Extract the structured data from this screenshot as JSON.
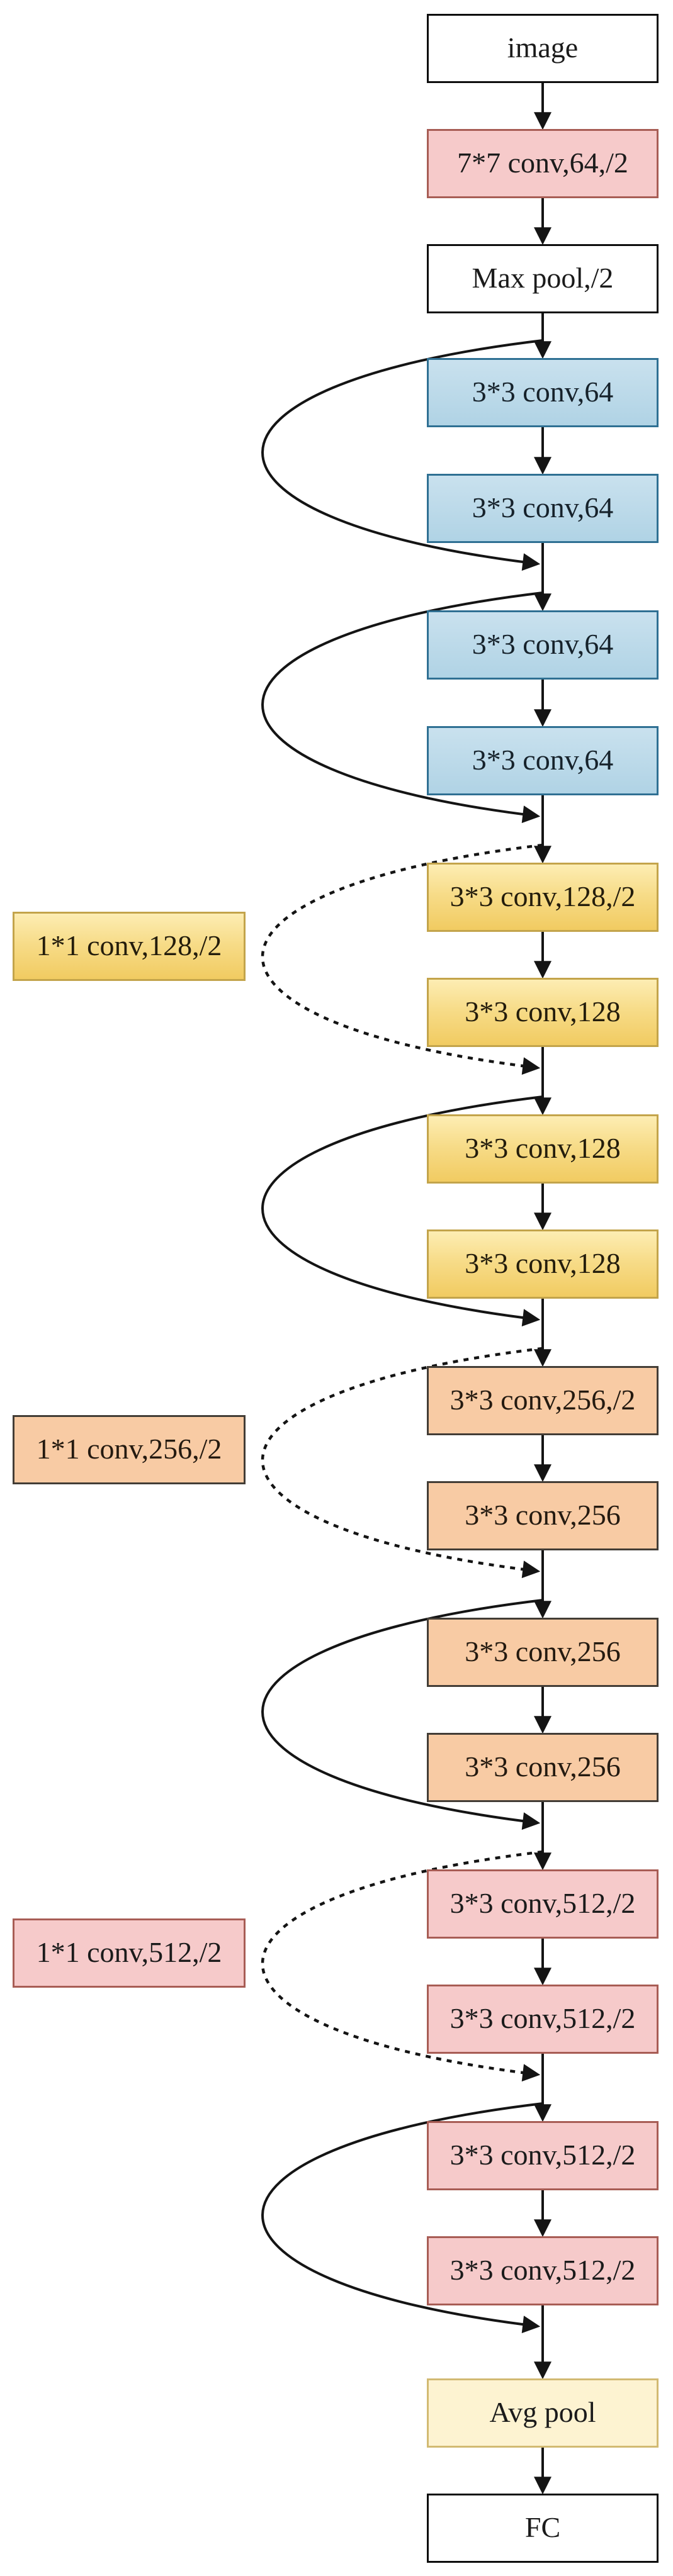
{
  "diagram": {
    "type": "flowchart",
    "description": "ResNet-18 style convolutional neural network architecture with residual skip connections",
    "colors": {
      "stem_and_512_fill": "#f6caca",
      "stem_and_512_border": "#a85d55",
      "conv64_fill": "#b9d8e8",
      "conv64_border": "#2f7093",
      "conv128_fill_top": "#fdedb3",
      "conv128_fill_bottom": "#f1cb61",
      "conv128_border": "#c3a44b",
      "conv256_fill": "#f8cba4",
      "conv256_border": "#433d36",
      "avgpool_fill": "#fdf3d1",
      "avgpool_border": "#d2ba72",
      "io_fill": "#ffffff",
      "io_border": "#0d0d0d",
      "line": "#141414"
    },
    "nodes": [
      {
        "id": "image",
        "label": "image",
        "kind": "input"
      },
      {
        "id": "conv7x7-64-s2",
        "label": "7*7 conv,64,/2",
        "kind": "conv"
      },
      {
        "id": "maxpool",
        "label": "Max pool,/2",
        "kind": "pool"
      },
      {
        "id": "conv3x3-64-1",
        "label": "3*3 conv,64",
        "kind": "conv"
      },
      {
        "id": "conv3x3-64-2",
        "label": "3*3 conv,64",
        "kind": "conv"
      },
      {
        "id": "conv3x3-64-3",
        "label": "3*3 conv,64",
        "kind": "conv"
      },
      {
        "id": "conv3x3-64-4",
        "label": "3*3 conv,64",
        "kind": "conv"
      },
      {
        "id": "shortcut-128",
        "label": "1*1 conv,128,/2",
        "kind": "shortcut-conv"
      },
      {
        "id": "conv3x3-128-s2",
        "label": "3*3 conv,128,/2",
        "kind": "conv"
      },
      {
        "id": "conv3x3-128-1",
        "label": "3*3 conv,128",
        "kind": "conv"
      },
      {
        "id": "conv3x3-128-2",
        "label": "3*3 conv,128",
        "kind": "conv"
      },
      {
        "id": "conv3x3-128-3",
        "label": "3*3 conv,128",
        "kind": "conv"
      },
      {
        "id": "shortcut-256",
        "label": "1*1 conv,256,/2",
        "kind": "shortcut-conv"
      },
      {
        "id": "conv3x3-256-s2",
        "label": "3*3 conv,256,/2",
        "kind": "conv"
      },
      {
        "id": "conv3x3-256-1",
        "label": "3*3 conv,256",
        "kind": "conv"
      },
      {
        "id": "conv3x3-256-2",
        "label": "3*3 conv,256",
        "kind": "conv"
      },
      {
        "id": "conv3x3-256-3",
        "label": "3*3 conv,256",
        "kind": "conv"
      },
      {
        "id": "shortcut-512",
        "label": "1*1 conv,512,/2",
        "kind": "shortcut-conv"
      },
      {
        "id": "conv3x3-512-s2-1",
        "label": "3*3 conv,512,/2",
        "kind": "conv"
      },
      {
        "id": "conv3x3-512-s2-2",
        "label": "3*3 conv,512,/2",
        "kind": "conv"
      },
      {
        "id": "conv3x3-512-s2-3",
        "label": "3*3 conv,512,/2",
        "kind": "conv"
      },
      {
        "id": "conv3x3-512-s2-4",
        "label": "3*3 conv,512,/2",
        "kind": "conv"
      },
      {
        "id": "avgpool",
        "label": "Avg pool",
        "kind": "pool"
      },
      {
        "id": "fc",
        "label": "FC",
        "kind": "output"
      }
    ],
    "skip_connections": [
      {
        "around": [
          "3*3 conv,64",
          "3*3 conv,64"
        ],
        "style": "solid"
      },
      {
        "around": [
          "3*3 conv,64",
          "3*3 conv,64"
        ],
        "style": "solid"
      },
      {
        "around": [
          "3*3 conv,128,/2",
          "3*3 conv,128"
        ],
        "style": "dashed",
        "shortcut_label": "1*1 conv,128,/2"
      },
      {
        "around": [
          "3*3 conv,128",
          "3*3 conv,128"
        ],
        "style": "solid"
      },
      {
        "around": [
          "3*3 conv,256,/2",
          "3*3 conv,256"
        ],
        "style": "dashed",
        "shortcut_label": "1*1 conv,256,/2"
      },
      {
        "around": [
          "3*3 conv,256",
          "3*3 conv,256"
        ],
        "style": "solid"
      },
      {
        "around": [
          "3*3 conv,512,/2",
          "3*3 conv,512,/2"
        ],
        "style": "dashed",
        "shortcut_label": "1*1 conv,512,/2"
      },
      {
        "around": [
          "3*3 conv,512,/2",
          "3*3 conv,512,/2"
        ],
        "style": "solid"
      }
    ]
  }
}
